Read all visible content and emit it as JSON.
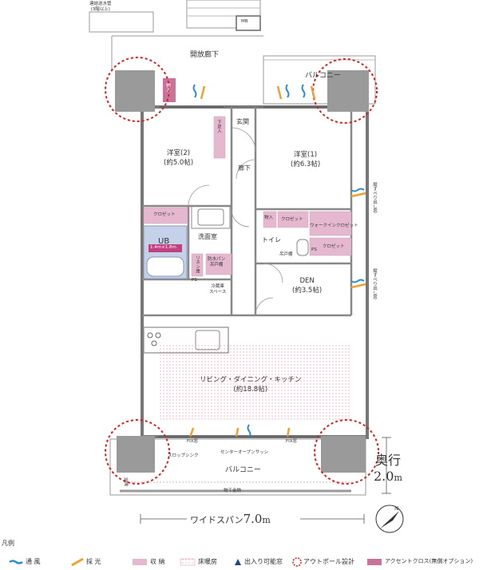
{
  "top_note": "連結送水管\n(3階以上)",
  "rooms": {
    "open_corridor": "開放廊下",
    "balcony_top": "バルコニー",
    "mb": "MB",
    "genkan": "玄関",
    "geta": "下足入",
    "storage_top": "物入",
    "bedroom2": "洋室(2)\n(約5.0帖)",
    "bedroom1": "洋室(1)\n(約6.3帖)",
    "hallway": "廊下",
    "closet_a": "クロゼット",
    "closet_b": "クロゼット",
    "closet_c": "クロゼット",
    "walkin": "ウォークインクロゼット",
    "storage_mid": "物入",
    "ub": "UB",
    "ub_size": "1.4m×1.8m",
    "washroom": "洗面室",
    "toilet": "トイレ",
    "linen": "リネン庫",
    "waterpan": "防水パン\n吊戸棚",
    "ps_a": "PS",
    "ps_b": "PS",
    "hanging": "吊戸棚",
    "fridge": "冷蔵庫\nスペース",
    "den": "DEN\n(約3.5帖)",
    "ldk": "リビング・ダイニング・キッチン\n(約18.8帖)",
    "balcony_bottom": "バルコニー",
    "slop_sink": "スロップシンク",
    "center_open_sash": "センターオープンサッシ",
    "fix_window_a": "FIX窓",
    "fix_window_b": "FIX窓",
    "drying_rack": "物干金物",
    "floor_signal": "給湯",
    "side_window_a": "縦すべり出し窓",
    "side_window_b": "縦すべり出し窓"
  },
  "dimensions": {
    "depth_label": "奥行",
    "depth_value": "2.0",
    "depth_unit": "m",
    "span_label": "ワイドスパン",
    "span_value": "7.0",
    "span_unit": "m"
  },
  "compass": "N",
  "legend": {
    "title": "凡例",
    "items": [
      {
        "label": "通 風",
        "kind": "ventilation",
        "color": "#2b8ccd"
      },
      {
        "label": "採 光",
        "kind": "daylight",
        "color": "#f0a030"
      },
      {
        "label": "収 納",
        "kind": "storage",
        "color": "#e6b8d0"
      },
      {
        "label": "床暖房",
        "kind": "floor-heating",
        "color": "#e08aa0"
      },
      {
        "label": "出入り可能窓",
        "kind": "door-window",
        "color": "#1a4a8a"
      },
      {
        "label": "アウトポール設計",
        "kind": "outpole",
        "color": "#d62020"
      },
      {
        "label": "アクセントクロス(無償オプション)",
        "kind": "accent",
        "color": "#c9739b"
      }
    ]
  },
  "colors": {
    "wall": "#8c8c8c",
    "wall_dark": "#666666",
    "storage": "#e6b8d0",
    "accent": "#c9739b",
    "ub": "#c5d1e8",
    "ub_badge": "#c04080",
    "floor_heat": "#e08aa0",
    "outpole": "#d62020",
    "vent": "#2b8ccd",
    "light": "#f0a030"
  }
}
